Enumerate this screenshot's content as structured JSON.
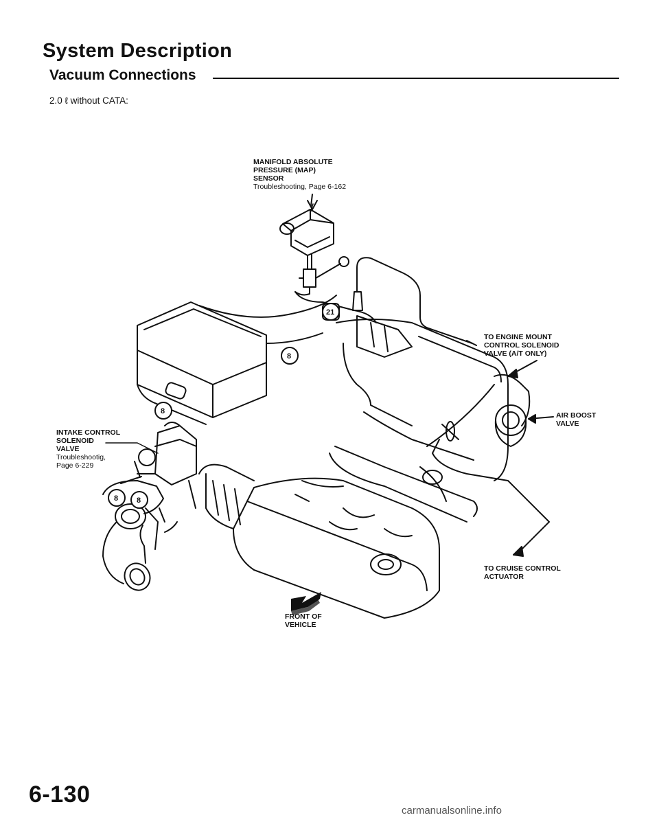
{
  "page": {
    "title": "System Description",
    "subtitle": "Vacuum Connections",
    "spec": "2.0 ℓ without CATA:",
    "page_number": "6-130",
    "watermark": "carmanualsonline.info"
  },
  "labels": {
    "map_sensor": {
      "lines": [
        "MANIFOLD ABSOLUTE",
        "PRESSURE (MAP)",
        "SENSOR"
      ],
      "ref": "Troubleshooting, Page 6-162"
    },
    "engine_mount": {
      "lines": [
        "TO ENGINE MOUNT",
        "CONTROL SOLENOID",
        "VALVE (A/T ONLY)"
      ]
    },
    "air_boost": {
      "lines": [
        "AIR BOOST",
        "VALVE"
      ]
    },
    "intake_control": {
      "lines": [
        "INTAKE CONTROL",
        "SOLENOID",
        "VALVE"
      ],
      "ref_lines": [
        "Troubleshootig,",
        "Page 6-229"
      ]
    },
    "cruise_control": {
      "lines": [
        "TO CRUISE CONTROL",
        "ACTUATOR"
      ]
    },
    "front": {
      "lines": [
        "FRONT OF",
        "VEHICLE"
      ]
    }
  },
  "hose_badges": [
    "21",
    "8",
    "8",
    "8",
    "8"
  ],
  "icons": {
    "front_arrow": "front-of-vehicle-arrow-icon"
  }
}
